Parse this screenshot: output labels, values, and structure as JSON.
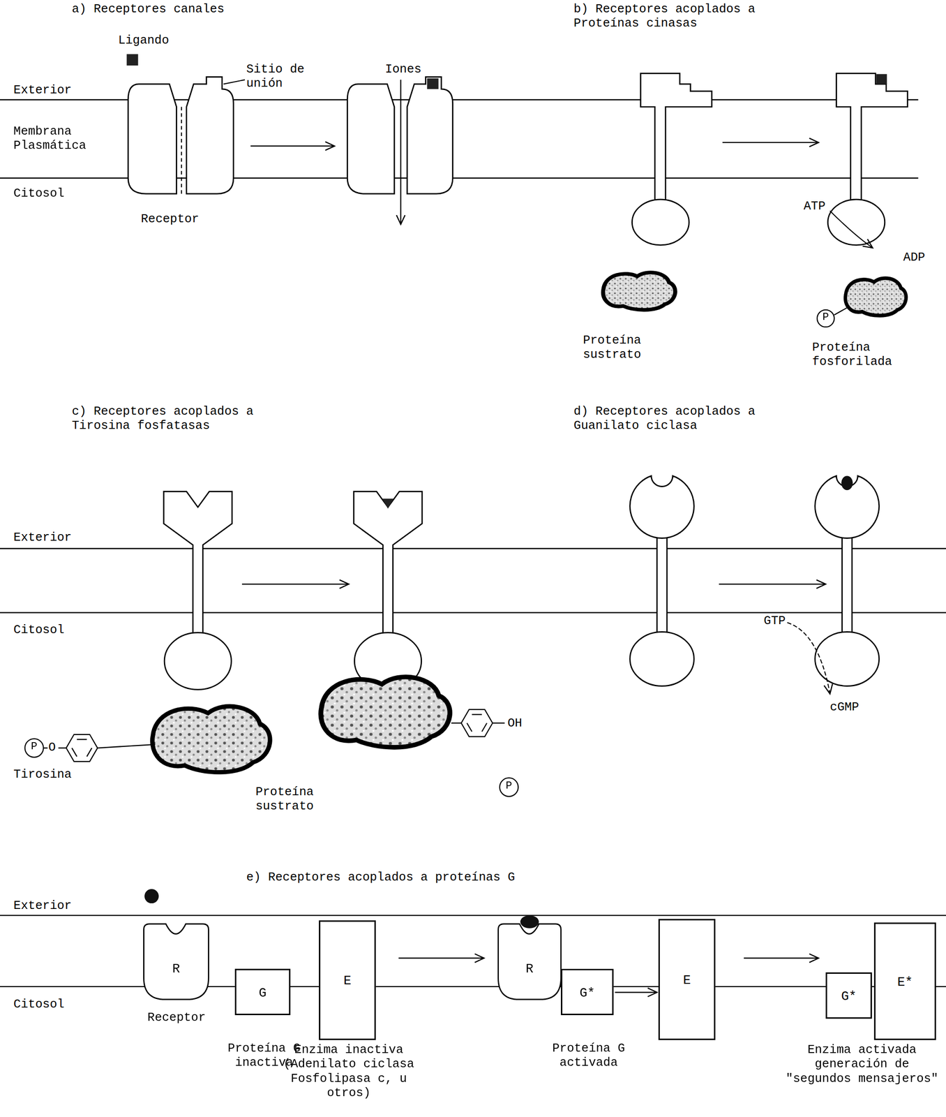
{
  "diagram": {
    "nodes": [
      {
        "text": [
          "R",
          "Receptor"
        ]
      },
      {
        "text": [
          "G",
          "Proteína G inactiva"
        ]
      },
      {
        "text": [
          "E",
          "Enzima inactiva (Adenilato ciclasa Fosfolipasa c, u otros)"
        ]
      },
      {
        "text": [
          "R"
        ]
      },
      {
        "text": [
          "G*",
          "Proteína G activada"
        ]
      },
      {
        "text": [
          "E"
        ]
      },
      {
        "text": [
          "G*"
        ]
      },
      {
        "text": [
          "E*",
          "Enzima activada generación de \"segundos mensajeros\""
        ]
      }
    ],
    "edges": [
      {
        "from": 4,
        "to": 5,
        "arrow": "to"
      }
    ],
    "labels": [
      "a) Receptores canales",
      "Ligando",
      "Sitio de unión",
      "Iones",
      "Exterior",
      "Membrana Plasmática",
      "Citosol",
      "Receptor",
      "b) Receptores acoplados a Proteínas cinasas",
      "ATP",
      "ADP",
      "Proteína sustrato",
      "P",
      "Proteína fosforilada",
      "c) Receptores acoplados a Tirosina fosfatasas",
      "Exterior",
      "Citosol",
      "OH",
      "P",
      "O",
      "Tirosina",
      "Proteína sustrato",
      "P",
      "d) Receptores acoplados a Guanilato ciclasa",
      "GTP",
      "cGMP",
      "e) Receptores acoplados a proteínas G",
      "Exterior",
      "Citosol"
    ]
  }
}
